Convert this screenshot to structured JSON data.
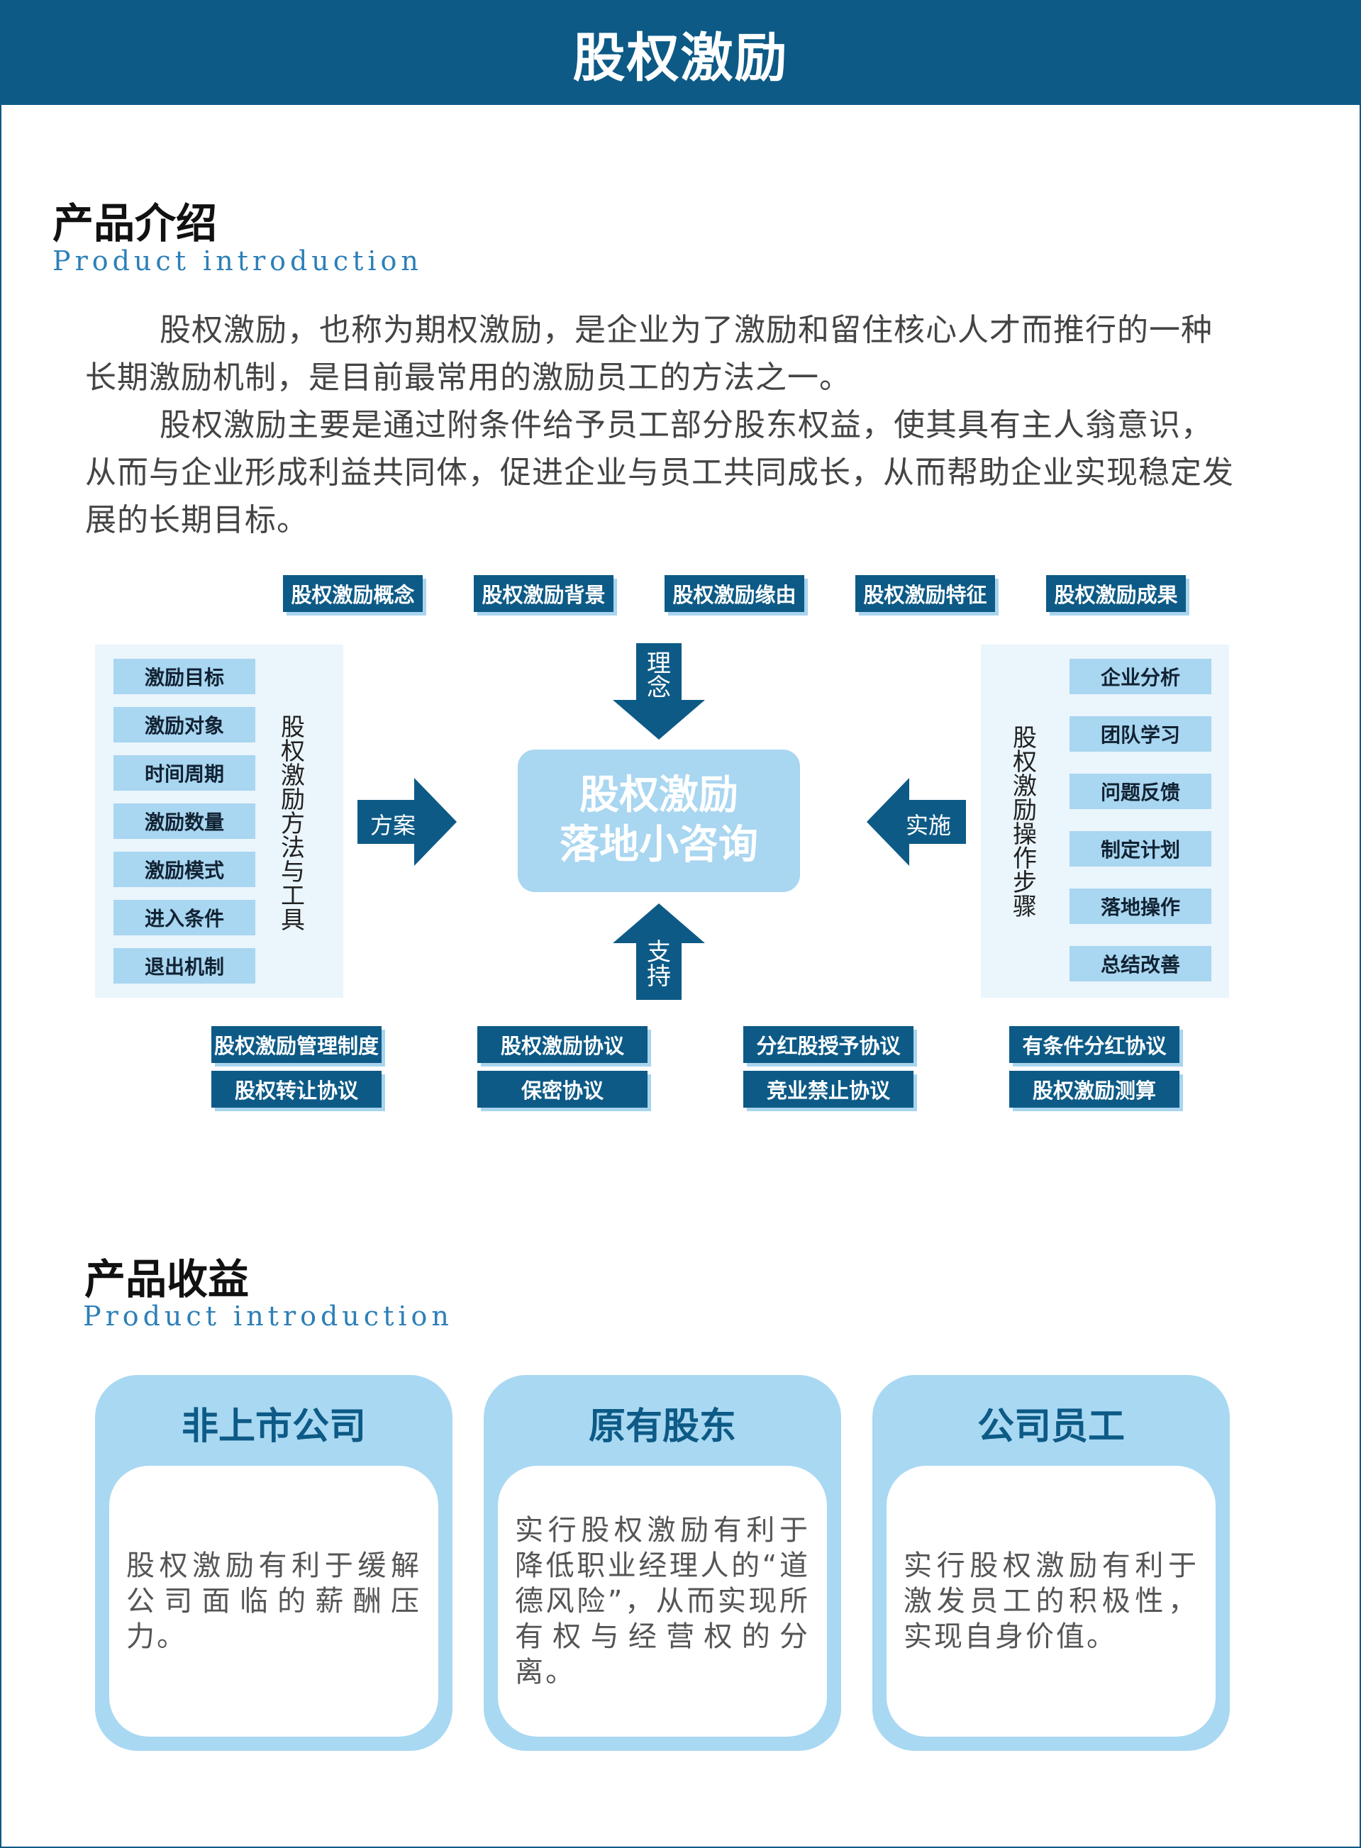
{
  "banner": {
    "title": "股权激励"
  },
  "section1": {
    "title": "产品介绍",
    "subtitle": "Product introduction"
  },
  "intro": {
    "p1": "股权激励，也称为期权激励，是企业为了激励和留住核心人才而推行的一种长期激励机制，是目前最常用的激励员工的方法之一。",
    "p2": "股权激励主要是通过附条件给予员工部分股东权益，使其具有主人翁意识，从而与企业形成利益共同体，促进企业与员工共同成长，从而帮助企业实现稳定发展的长期目标。"
  },
  "top_tags": [
    "股权激励概念",
    "股权激励背景",
    "股权激励缘由",
    "股权激励特征",
    "股权激励成果"
  ],
  "left_panel": {
    "items": [
      "激励目标",
      "激励对象",
      "时间周期",
      "激励数量",
      "激励模式",
      "进入条件",
      "退出机制"
    ],
    "vertical_label": "股权激励方法与工具"
  },
  "right_panel": {
    "items": [
      "企业分析",
      "团队学习",
      "问题反馈",
      "制定计划",
      "落地操作",
      "总结改善"
    ],
    "vertical_label": "股权激励操作步骤"
  },
  "arrows": {
    "top": "理念",
    "left": "方案",
    "right": "实施",
    "bottom": "支持"
  },
  "center": {
    "line1": "股权激励",
    "line2": "落地小咨询"
  },
  "bottom_tags": [
    [
      "股权激励管理制度",
      "股权转让协议"
    ],
    [
      "股权激励协议",
      "保密协议"
    ],
    [
      "分红股授予协议",
      "竞业禁止协议"
    ],
    [
      "有条件分红协议",
      "股权激励测算"
    ]
  ],
  "section2": {
    "title": "产品收益",
    "subtitle": "Product introduction"
  },
  "benefits": [
    {
      "title": "非上市公司",
      "text": "股权激励有利于缓解公司面临的薪酬压力。"
    },
    {
      "title": "原有股东",
      "text": "实行股权激励有利于降低职业经理人的“道德风险”，从而实现所有权与经营权的分离。"
    },
    {
      "title": "公司员工",
      "text": "实行股权激励有利于激发员工的积极性，实现自身价值。"
    }
  ],
  "colors": {
    "primary": "#0d5a86",
    "light": "#a9d6f0",
    "panel_bg": "#eaf5fc",
    "subtitle": "#2d7fb8"
  }
}
